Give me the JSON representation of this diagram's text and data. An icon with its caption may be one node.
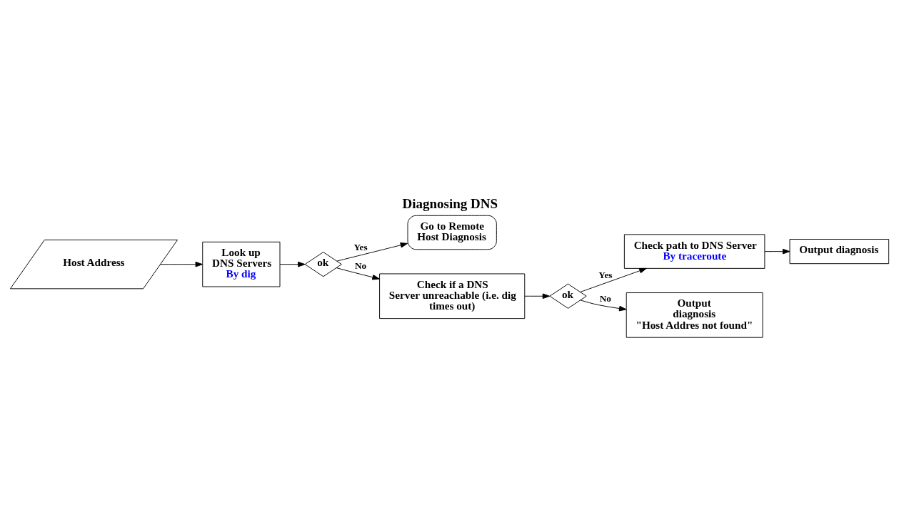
{
  "diagram": {
    "title": "Diagnosing DNS",
    "nodes": [
      {
        "text": [
          "Host Address"
        ]
      },
      {
        "text": [
          "Look up DNS Servers",
          "By dig"
        ]
      },
      {
        "text": [
          "ok"
        ]
      },
      {
        "text": [
          "Go to Remote Host Diagnosis"
        ]
      },
      {
        "text": [
          "Check if a DNS Server unreachable (i.e. dig times out)"
        ]
      },
      {
        "text": [
          "ok"
        ]
      },
      {
        "text": [
          "Check path to DNS Server",
          "By traceroute"
        ]
      },
      {
        "text": [
          "Output diagnosis"
        ]
      },
      {
        "text": [
          "Output diagnosis",
          "\"Host Addres not found\""
        ]
      }
    ],
    "edges": [
      {
        "from": 0,
        "to": 1,
        "arrow": "to"
      },
      {
        "from": 1,
        "to": 2,
        "arrow": "to"
      },
      {
        "from": 2,
        "to": 3,
        "arrow": "to",
        "label": "Yes"
      },
      {
        "from": 2,
        "to": 4,
        "arrow": "to",
        "label": "No"
      },
      {
        "from": 4,
        "to": 5,
        "arrow": "to"
      },
      {
        "from": 5,
        "to": 6,
        "arrow": "to",
        "label": "Yes"
      },
      {
        "from": 6,
        "to": 7,
        "arrow": "to"
      },
      {
        "from": 5,
        "to": 8,
        "arrow": "to",
        "label": "No"
      }
    ]
  }
}
